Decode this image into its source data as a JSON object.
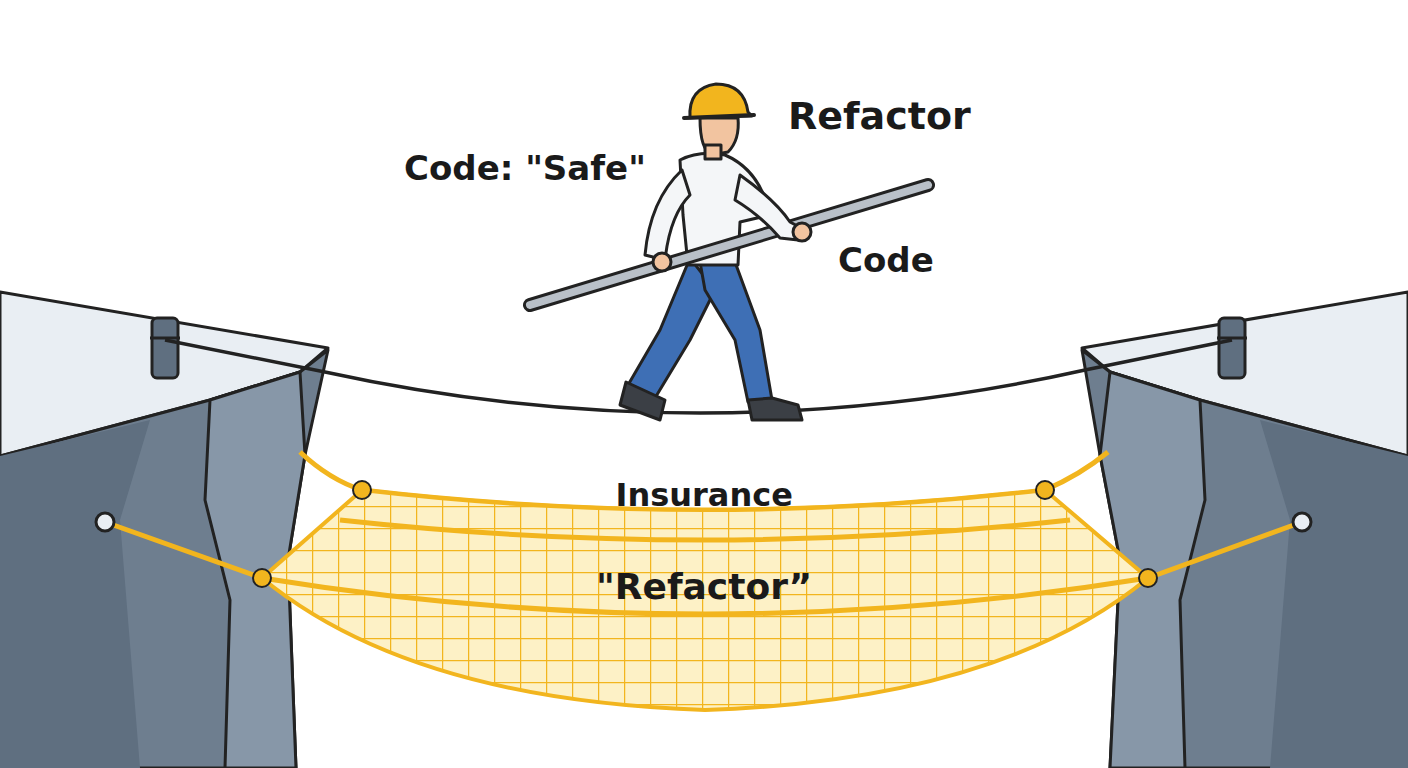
{
  "diagram": {
    "labels": [
      "Refactor",
      "Code: \"Safe\"",
      "Code",
      "Insurance",
      "\"Refactor”"
    ]
  }
}
